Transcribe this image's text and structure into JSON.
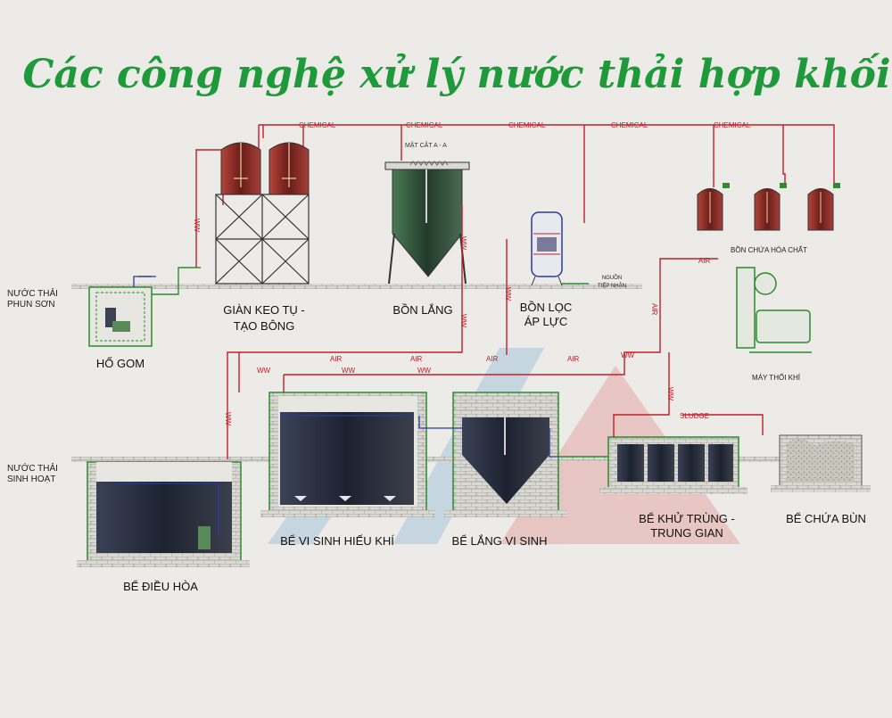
{
  "title": "Các công nghệ xử lý nước thải hợp khối",
  "colors": {
    "title": "#1f9a3a",
    "pipe_red": "#c0202a",
    "pipe_green": "#2e8b2e",
    "pipe_blue": "#2a3aa0",
    "tank_dark": "#232a3a",
    "tank_green": "#2f5a3a",
    "chem_tank": "#8b2a24"
  },
  "inlets": {
    "spray": {
      "line1": "NƯỚC THẢI",
      "line2": "PHUN SƠN"
    },
    "domestic": {
      "line1": "NƯỚC THẢI",
      "line2": "SINH HOẠT"
    }
  },
  "units": {
    "ho_gom": "HỐ GOM",
    "gian_keo_1": "GIÀN KEO TỤ -",
    "gian_keo_2": "TẠO BÔNG",
    "bon_lang": "BỒN LẮNG",
    "mat_cat": "MẶT CẮT A - A",
    "bon_loc_1": "BỒN LỌC",
    "bon_loc_2": "ÁP LỰC",
    "nguon_1": "NGUỒN",
    "nguon_2": "TIẾP NHẬN",
    "bon_chua_hoa_chat": "BỒN CHỨA HÓA CHẤT",
    "may_thoi_khi": "MÁY THỔI KHÍ",
    "be_dieu_hoa": "BỂ ĐIỀU HÒA",
    "be_vi_sinh": "BỂ VI SINH HIẾU KHÍ",
    "be_lang_vi_sinh": "BỂ LẮNG VI SINH",
    "be_khu_trung_1": "BỂ KHỬ TRÙNG -",
    "be_khu_trung_2": "TRUNG GIAN",
    "be_chua_bun": "BỂ CHỨA BÙN"
  },
  "pipe_labels": {
    "chemical": "CHEMICAL",
    "air": "AIR",
    "ww": "WW",
    "sludge": "SLUDGE"
  }
}
